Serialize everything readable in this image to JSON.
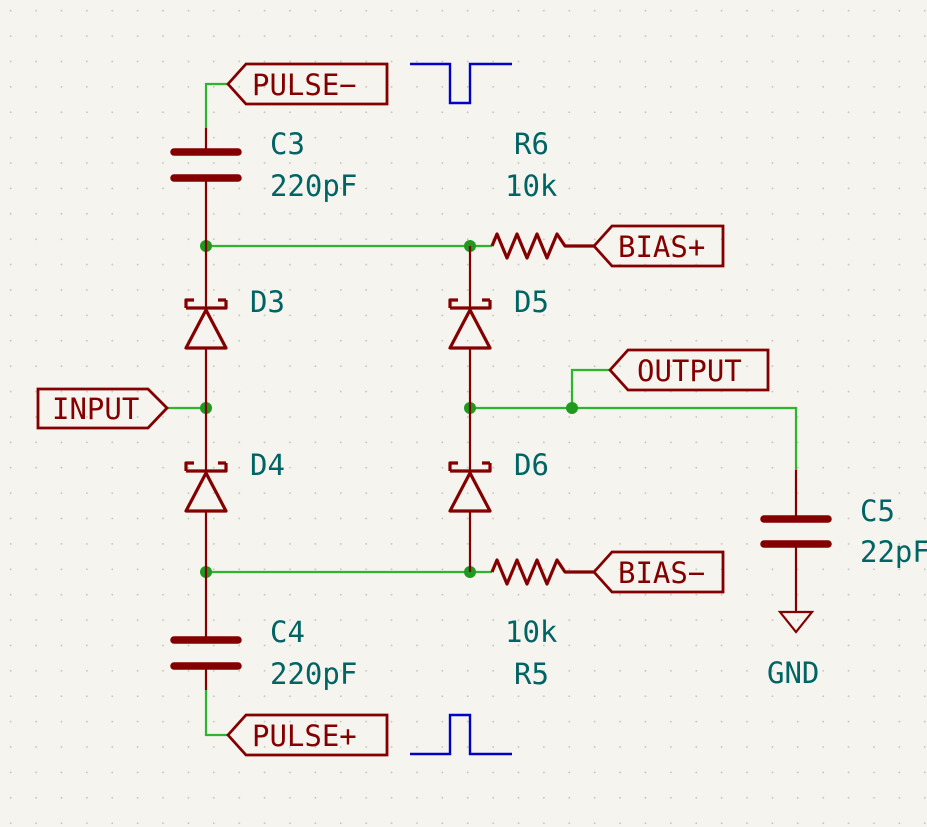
{
  "components": {
    "c3": {
      "ref": "C3",
      "value": "220pF"
    },
    "c4": {
      "ref": "C4",
      "value": "220pF"
    },
    "c5": {
      "ref": "C5",
      "value": "22pF"
    },
    "r5": {
      "ref": "R5",
      "value": "10k"
    },
    "r6": {
      "ref": "R6",
      "value": "10k"
    },
    "d3": {
      "ref": "D3"
    },
    "d4": {
      "ref": "D4"
    },
    "d5": {
      "ref": "D5"
    },
    "d6": {
      "ref": "D6"
    },
    "gnd": {
      "ref": "GND"
    }
  },
  "labels": {
    "pulse_minus": "PULSE−",
    "pulse_plus": "PULSE+",
    "bias_plus": "BIAS+",
    "bias_minus": "BIAS−",
    "input": "INPUT",
    "output": "OUTPUT"
  },
  "waveforms": {
    "pulse_minus_shape": "negative-pulse",
    "pulse_plus_shape": "positive-pulse"
  },
  "colors": {
    "background": "#f5f4ef",
    "wire": "#2db52d",
    "component": "#840000",
    "reference_text": "#006464",
    "waveform": "#0000c8"
  }
}
